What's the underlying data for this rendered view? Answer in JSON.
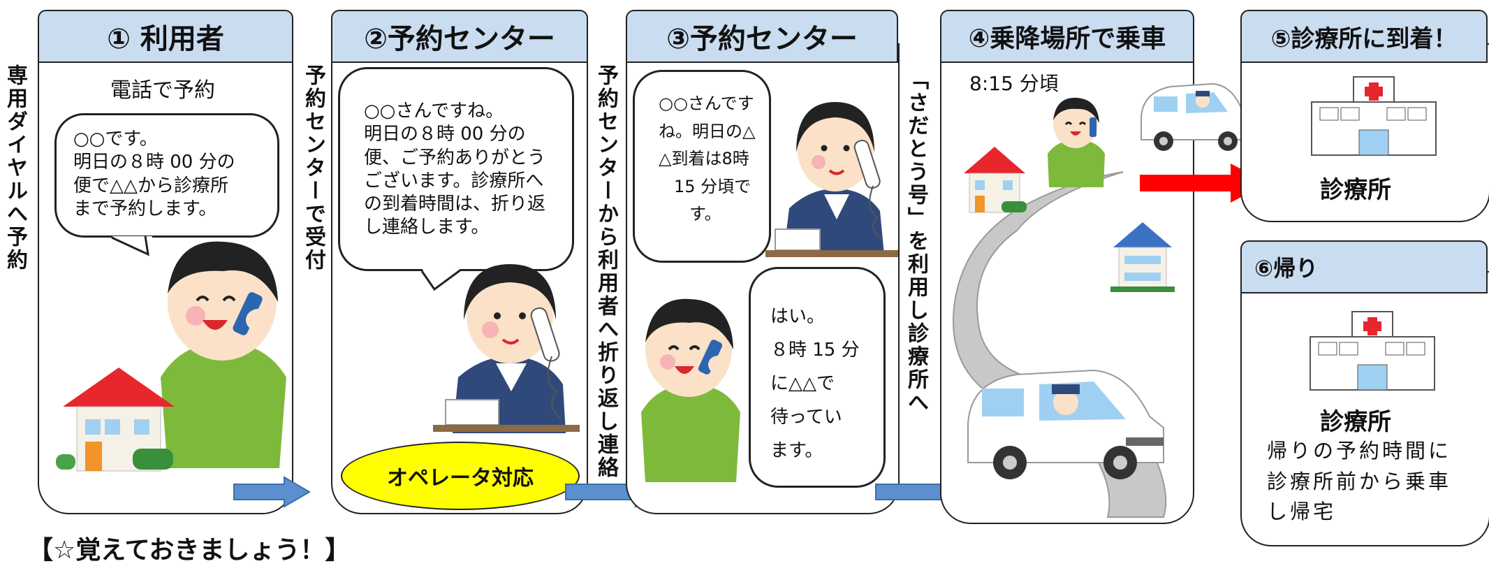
{
  "panels": {
    "p1": {
      "title": "① 利用者",
      "caption": "電話で予約",
      "bubble": [
        "○○です。",
        "明日の８時 00 分の",
        "便で△△から診療所",
        "まで予約します。"
      ]
    },
    "p2": {
      "title": "②予約センター",
      "bubble": [
        "○○さんですね。",
        "明日の８時 00 分の",
        "便、ご予約ありがとう",
        "ございます。診療所へ",
        "の到着時間は、折り返",
        "し連絡します。"
      ],
      "badge": "オペレータ対応"
    },
    "p3": {
      "title": "③予約センター",
      "bubble_operator": [
        "○○さんです",
        "ね。明日の△",
        "△到着は8時",
        "15 分頃で",
        "す。"
      ],
      "bubble_user": [
        "はい。",
        "８時 15 分",
        "に△△で",
        "待ってい",
        "ます。"
      ]
    },
    "p4": {
      "title": "④乗降場所で乗車",
      "time": "8:15 分頃"
    },
    "p5": {
      "title": "⑤診療所に到着！",
      "clinic_label": "診療所"
    },
    "p6": {
      "title": "⑥帰り",
      "clinic_label": "診療所",
      "note": [
        "帰りの予約時間に",
        "診療所前から乗車",
        "し帰宅"
      ]
    }
  },
  "connectors": {
    "c1": "専用ダイヤルへ予約",
    "c2": "予約センターで受付",
    "c3": "予約センターから利用者へ折り返し連絡",
    "c4": "「さだとう号」を利用し診療所へ"
  },
  "footer": "【☆覚えておきましょう！】",
  "colors": {
    "header_bg": "#c9dcf0",
    "flow_arrow": "#5b8fcf",
    "red_arrow": "#ff0000",
    "badge_bg": "#ffff00",
    "shirt": "#7dba3c",
    "roof": "#e8262d"
  }
}
